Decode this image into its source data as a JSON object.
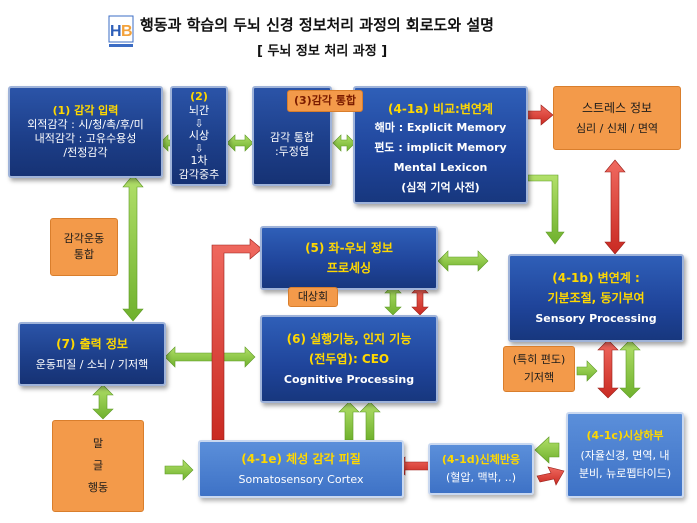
{
  "header": {
    "title": "행동과 학습의 두뇌 신경 정보처리 과정의 회로도와 설명",
    "subtitle": "[ 두뇌 정보 처리 과정 ]",
    "logo_text": "HB"
  },
  "boxes": {
    "b1": {
      "num": "(1)   감각 입력",
      "l1": "외적감각 : 시/청/촉/후/미",
      "l2": "내적감각 : 고유수용성",
      "l3": "/전정감각"
    },
    "b2": {
      "num": "(2)",
      "l1": "뇌간",
      "a1": "⇩",
      "l2": "시상",
      "a2": "⇩",
      "l3": "1차",
      "l4": "감각중추"
    },
    "b3": {
      "l1": "감각 통합",
      "l2": ":두정엽"
    },
    "b3tag": "(3)감각 통합",
    "b4a": {
      "title": "(4-1a) 비교:변연계",
      "l1": "해마 : Explicit Memory",
      "l2": "편도 : implicit Memory",
      "l3": "Mental Lexicon",
      "l4": "(심적 기억 사전)"
    },
    "stress": {
      "l1": "스트레스 정보",
      "l2": "심리 / 신체 / 면역"
    },
    "b5": {
      "l1": "(5) 좌-우뇌 정보",
      "l2": "프로세싱"
    },
    "daesang": "대상회",
    "b4b": {
      "l1": "(4-1b) 변연계 :",
      "l2": "기분조절, 동기부여",
      "l3": "Sensory Processing"
    },
    "gamgak": {
      "l1": "감각운동",
      "l2": "통합"
    },
    "b6": {
      "l1": "(6) 실행기능, 인지 기능",
      "l2": "(전두엽):  CEO",
      "l3": "Cognitive Processing"
    },
    "b7": {
      "l1": "(7) 출력 정보",
      "l2": "운동피질 / 소뇌 / 기저핵"
    },
    "teuk": {
      "l1": "(특히 편도)",
      "l2": "기저핵"
    },
    "output": {
      "l1": "말",
      "l2": "글",
      "l3": "행동"
    },
    "b4e": {
      "l1": "(4-1e) 체성 감각 피질",
      "l2": "Somatosensory Cortex"
    },
    "b4d": {
      "l1": "(4-1d)신체반응",
      "l2": "(혈압, 맥박, ..)"
    },
    "b4c": {
      "l1": "(4-1c)시상하부",
      "l2": "(자율신경, 면역, 내",
      "l3": "분비, 뉴로펩타이드)"
    }
  },
  "colors": {
    "navy": "#1d3f8a",
    "light_blue": "#4a7fd0",
    "orange": "#f39a4a",
    "green_arrow": "#8cc63f",
    "red_arrow": "#e0413a",
    "label_yellow": "#ffd800"
  }
}
